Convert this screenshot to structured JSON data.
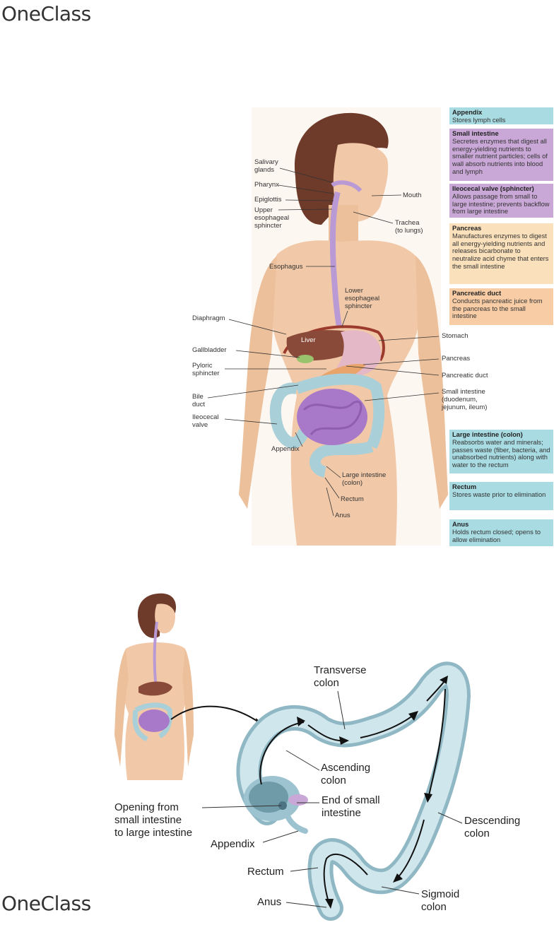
{
  "logo": {
    "text": "OneClass"
  },
  "figure1": {
    "labels": {
      "salivary": "Salivary\nglands",
      "pharynx": "Pharynx",
      "epiglottis": "Epiglottis",
      "upper_sphincter": "Upper\nesophageal\nsphincter",
      "esophagus": "Esophagus",
      "lower_sphincter": "Lower\nesophageal\nsphincter",
      "diaphragm": "Diaphragm",
      "gallbladder": "Gallbladder",
      "pyloric": "Pyloric\nsphincter",
      "bile_duct": "Bile\nduct",
      "ileocecal_valve": "Ileocecal\nvalve",
      "appendix": "Appendix",
      "mouth": "Mouth",
      "trachea": "Trachea\n(to lungs)",
      "liver": "Liver",
      "stomach": "Stomach",
      "pancreas": "Pancreas",
      "pancreatic_duct": "Pancreatic duct",
      "small_intestine": "Small intestine\n(duodenum,\njejunum, ileum)",
      "large_intestine": "Large intestine\n(colon)",
      "rectum": "Rectum",
      "anus": "Anus"
    },
    "boxes": [
      {
        "title": "Appendix",
        "text": "Stores lymph cells"
      },
      {
        "title": "Small intestine",
        "text": "Secretes enzymes that digest all energy-yielding nutrients to smaller nutrient particles; cells of wall absorb nutrients into blood and lymph"
      },
      {
        "title": "Ileocecal valve (sphincter)",
        "text": "Allows passage from small to large intestine; prevents backflow from large intestine"
      },
      {
        "title": "Pancreas",
        "text": "Manufactures enzymes to digest all energy-yielding nutrients and releases bicarbonate to neutralize acid chyme that enters the small intestine"
      },
      {
        "title": "Pancreatic duct",
        "text": "Conducts pancreatic juice from the pancreas to the small intestine"
      },
      {
        "title": "Large intestine (colon)",
        "text": "Reabsorbs water and minerals; passes waste (fiber, bacteria, and unabsorbed nutrients) along with water to the rectum"
      },
      {
        "title": "Rectum",
        "text": "Stores waste prior to elimination"
      },
      {
        "title": "Anus",
        "text": "Holds rectum closed; opens to allow elimination"
      }
    ]
  },
  "figure2": {
    "labels": {
      "transverse": "Transverse\ncolon",
      "ascending": "Ascending\ncolon",
      "end_small": "End of small\nintestine",
      "opening": "Opening from\nsmall intestine\nto large intestine",
      "appendix": "Appendix",
      "descending": "Descending\ncolon",
      "rectum": "Rectum",
      "sigmoid": "Sigmoid\ncolon",
      "anus": "Anus"
    }
  },
  "colors": {
    "teal_box": "#a8dbe2",
    "purple_box": "#c9a7d6",
    "peach_box": "#fbe1bb",
    "orange_box": "#f8cda6",
    "skin": "#f2c9a8",
    "colon": "#a9cfd8"
  }
}
